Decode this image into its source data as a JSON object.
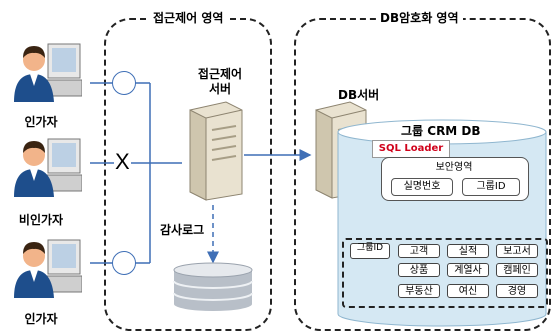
{
  "zones": {
    "access_control": "접근제어 영역",
    "db_encryption": "DB암호화 영역"
  },
  "users": [
    {
      "label": "인가자"
    },
    {
      "label": "비인가자"
    },
    {
      "label": "인가자"
    }
  ],
  "blocked_mark": "X",
  "access_server": {
    "line1": "접근제어",
    "line2": "서버"
  },
  "audit_log": "감사로그",
  "db_server": "DB서버",
  "crm_db": "그룹 CRM DB",
  "sql_loader": "SQL Loader",
  "security_area": {
    "title": "보안영역",
    "fields": [
      "실명번호",
      "그룹ID"
    ]
  },
  "data_items": [
    "그룹ID",
    "고객",
    "실적",
    "보고서",
    "상품",
    "계열사",
    "캠페인",
    "부동산",
    "여신",
    "경영"
  ],
  "colors": {
    "line_blue": "#3f6fb6",
    "cylinder_fill": "#d5e8f3",
    "sql_loader_red": "#d0021b"
  }
}
